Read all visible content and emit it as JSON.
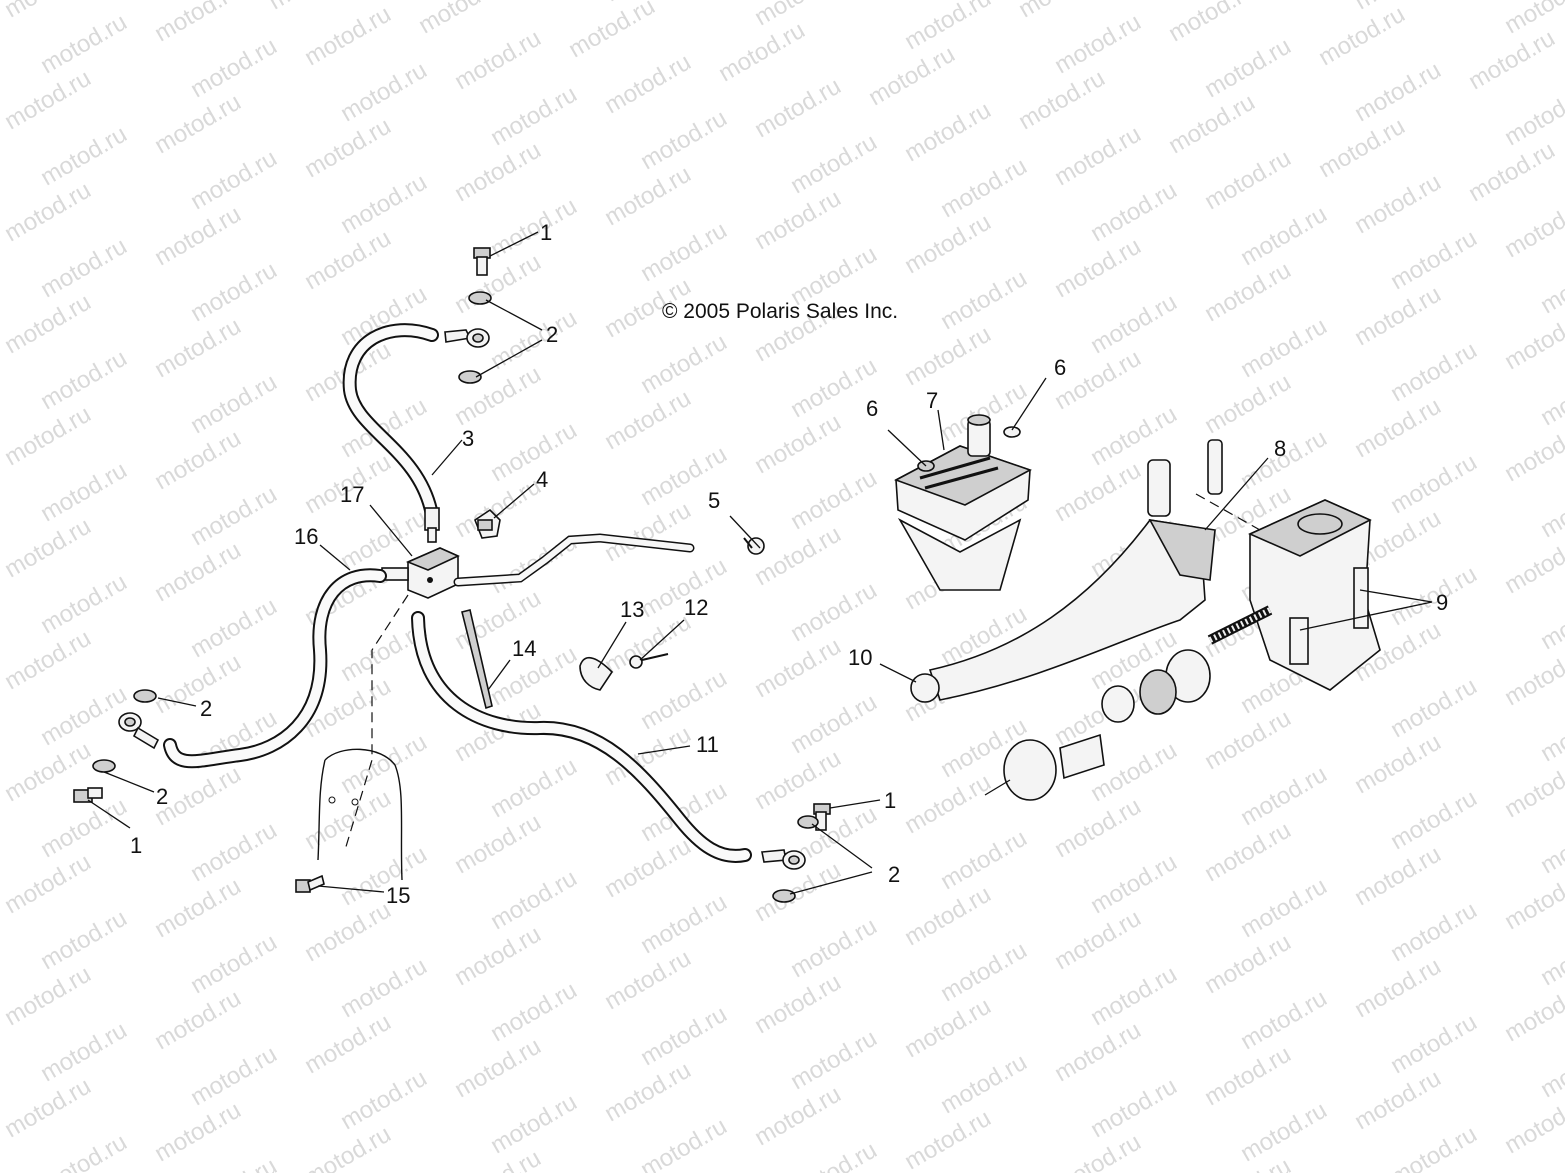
{
  "copyright": "© 2005 Polaris Sales Inc.",
  "watermark_text": "motod.ru",
  "callouts": {
    "c1_top": "1",
    "c2_top": "2",
    "c3": "3",
    "c4": "4",
    "c5": "5",
    "c6_left": "6",
    "c6_right": "6",
    "c7": "7",
    "c8": "8",
    "c9": "9",
    "c10": "10",
    "c11": "11",
    "c12": "12",
    "c13": "13",
    "c14": "14",
    "c15": "15",
    "c16": "16",
    "c17": "17",
    "c2_left_upper": "2",
    "c2_left_lower": "2",
    "c1_left": "1",
    "c1_right": "1",
    "c2_right": "2"
  }
}
